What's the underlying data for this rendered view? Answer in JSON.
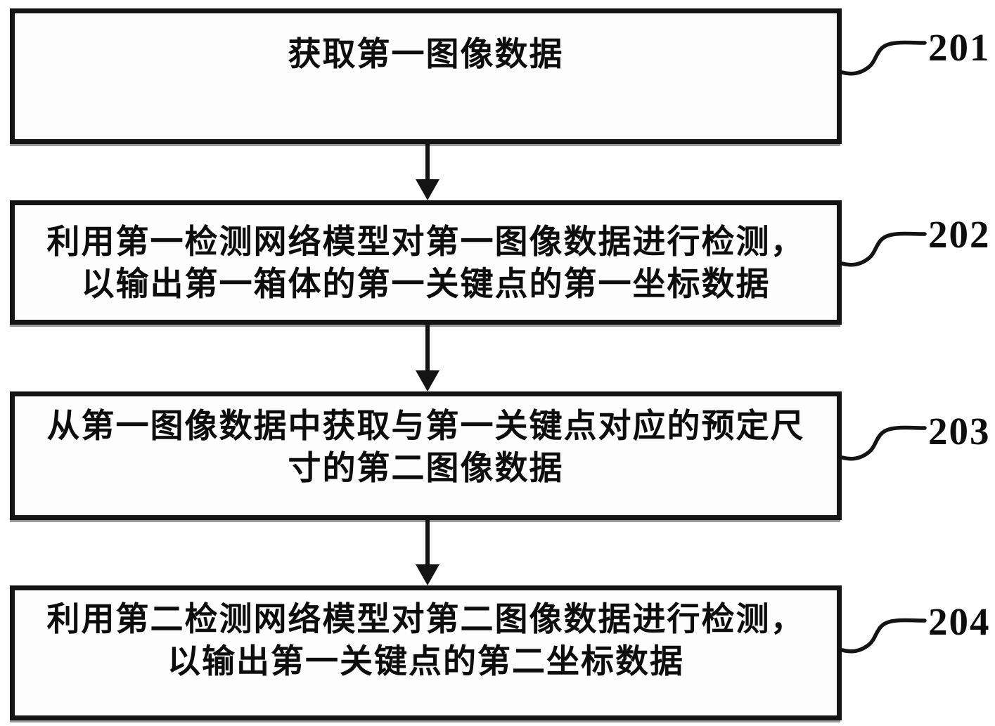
{
  "diagram": {
    "type": "flowchart",
    "style": "patent-figure",
    "colors": {
      "background": "#ffffff",
      "ink": "#141414",
      "box_fill": "#fdfdfd"
    },
    "steps": [
      {
        "ref": "201",
        "lines": [
          "获取第一图像数据"
        ]
      },
      {
        "ref": "202",
        "lines": [
          "利用第一检测网络模型对第一图像数据进行检测，",
          "以输出第一箱体的第一关键点的第一坐标数据"
        ]
      },
      {
        "ref": "203",
        "lines": [
          "从第一图像数据中获取与第一关键点对应的预定尺",
          "寸的第二图像数据"
        ]
      },
      {
        "ref": "204",
        "lines": [
          "利用第二检测网络模型对第二图像数据进行检测，",
          "以输出第一关键点的第二坐标数据"
        ]
      }
    ]
  }
}
